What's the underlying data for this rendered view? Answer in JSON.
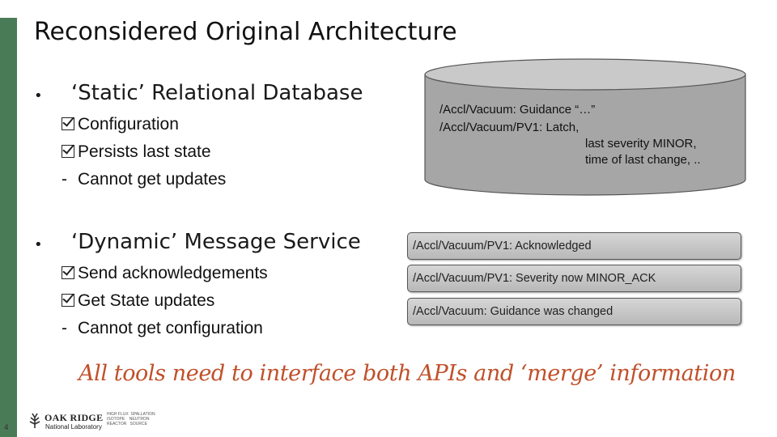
{
  "slide": {
    "title": "Reconsidered Original Architecture",
    "page_number": "4"
  },
  "static_section": {
    "bullet": "•",
    "heading": "‘Static’  Relational Database",
    "items": [
      {
        "mark": "check",
        "text": "Configuration"
      },
      {
        "mark": "check",
        "text": "Persists last state"
      },
      {
        "mark": "-",
        "text": "Cannot get updates"
      }
    ]
  },
  "dynamic_section": {
    "bullet": "•",
    "heading": "‘Dynamic’  Message Service",
    "items": [
      {
        "mark": "check",
        "text": "Send acknowledgements"
      },
      {
        "mark": "check",
        "text": "Get State updates"
      },
      {
        "mark": "-",
        "text": "Cannot get configuration"
      }
    ]
  },
  "database": {
    "lines": [
      "/Accl/Vacuum: Guidance “…”",
      "/Accl/Vacuum/PV1: Latch,",
      "last severity MINOR,",
      "time of last change, .."
    ],
    "color": "#a6a6a6"
  },
  "messages": [
    "/Accl/Vacuum/PV1: Acknowledged",
    "/Accl/Vacuum/PV1: Severity now MINOR_ACK",
    "/Accl/Vacuum: Guidance was changed"
  ],
  "summary": "All tools need to interface both APIs and  ‘merge’  information",
  "colors": {
    "accent_bar": "#4a7b57",
    "summary_text": "#c0502a"
  },
  "logo": {
    "name": "OAK RIDGE",
    "subtitle": "National Laboratory",
    "columns": [
      "HIGH FLUX",
      "ISOTOPE",
      "REACTOR",
      "SPALLATION",
      "NEUTRON",
      "SOURCE"
    ]
  }
}
